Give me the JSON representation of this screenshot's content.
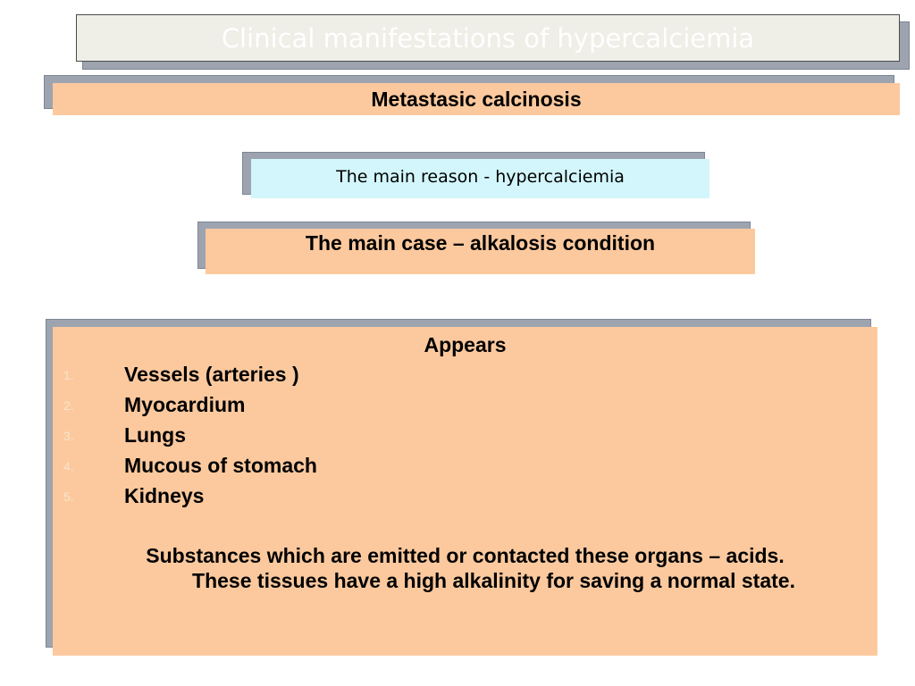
{
  "slide": {
    "title": "Clinical manifestations of hypercalciemia",
    "subtitle": "Metastasic  calcinosis",
    "reason": "The main reason  - hypercalciemia",
    "case": "The main case  – alkalosis condition",
    "appears": {
      "heading": "Appears",
      "items": [
        {
          "number": "1.",
          "text": "Vessels (arteries )"
        },
        {
          "number": "2.",
          "text": "Myocardium"
        },
        {
          "number": "3.",
          "text": "Lungs"
        },
        {
          "number": "4.",
          "text": "Mucous of stomach"
        },
        {
          "number": "5.",
          "text": "Kidneys"
        }
      ],
      "summary_line1": "Substances which are emitted or contacted these organs – acids.",
      "summary_rest": "These tissues have a high alkalinity for saving a normal state."
    }
  },
  "colors": {
    "title_bg": "#efeee7",
    "peach_bg": "#fcc99e",
    "cyan_bg": "#d2f6fb",
    "shadow": "#9da4b0"
  }
}
